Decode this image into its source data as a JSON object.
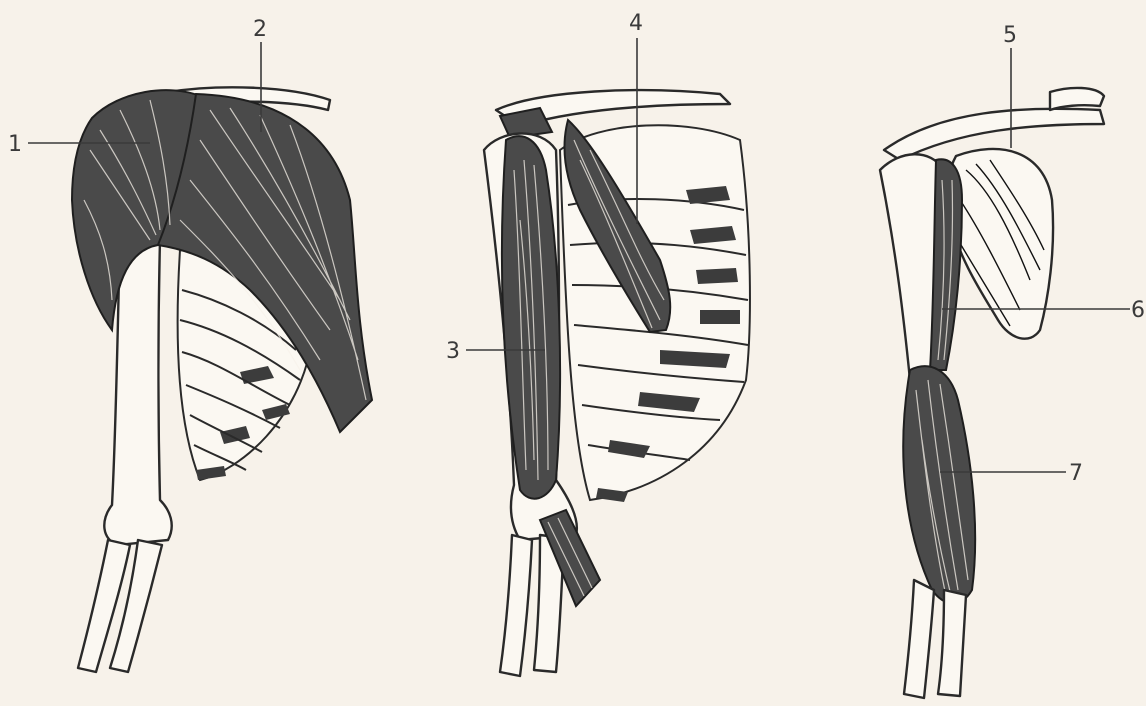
{
  "labels": [
    "1",
    "2",
    "3",
    "4",
    "5",
    "6",
    "7"
  ],
  "icons": [
    "anatomy-diagram-left-muscles",
    "anatomy-diagram-center-muscles",
    "anatomy-diagram-right-muscles"
  ]
}
